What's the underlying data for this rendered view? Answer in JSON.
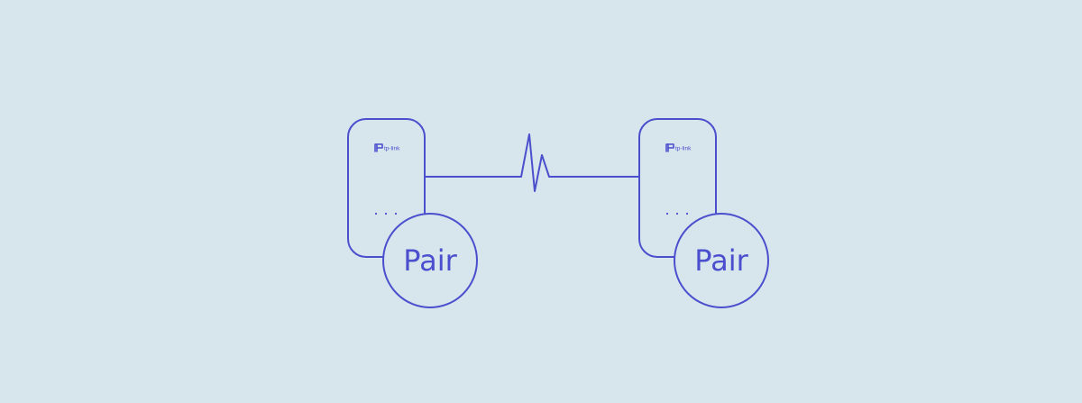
{
  "colors": {
    "background": "#d7e6ec",
    "stroke": "#4b4fce"
  },
  "devices": [
    {
      "brand": "tp-link",
      "brand_icon": "tp-link-logo-icon",
      "button_label": "Pair"
    },
    {
      "brand": "tp-link",
      "brand_icon": "tp-link-logo-icon",
      "button_label": "Pair"
    }
  ],
  "connection": {
    "icon": "signal-pulse-icon"
  }
}
